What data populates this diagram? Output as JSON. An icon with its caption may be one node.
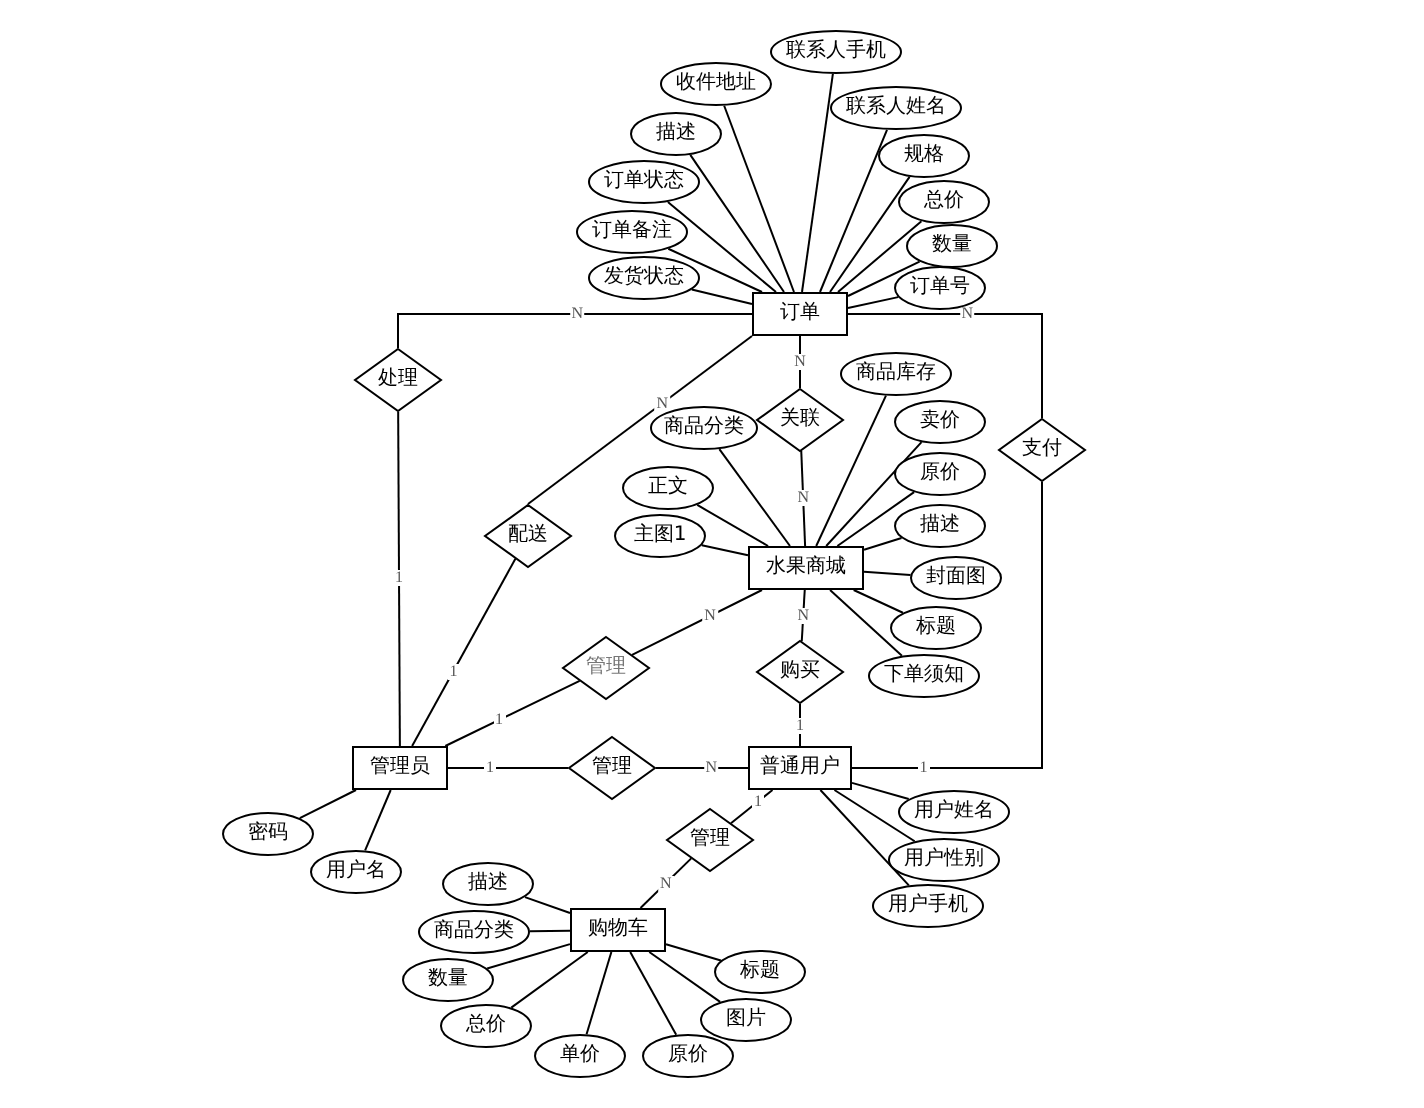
{
  "diagram": {
    "nodes": [
      {
        "text": [
          "订单"
        ]
      },
      {
        "text": [
          "水果商城"
        ]
      },
      {
        "text": [
          "管理员"
        ]
      },
      {
        "text": [
          "普通用户"
        ]
      },
      {
        "text": [
          "购物车"
        ]
      },
      {
        "text": [
          "处理"
        ]
      },
      {
        "text": [
          "关联"
        ]
      },
      {
        "text": [
          "支付"
        ]
      },
      {
        "text": [
          "配送"
        ]
      },
      {
        "text": [
          "管理"
        ]
      },
      {
        "text": [
          "购买"
        ]
      },
      {
        "text": [
          "管理"
        ]
      },
      {
        "text": [
          "管理"
        ]
      },
      {
        "text": [
          "收件地址"
        ]
      },
      {
        "text": [
          "联系人手机"
        ]
      },
      {
        "text": [
          "联系人姓名"
        ]
      },
      {
        "text": [
          "描述"
        ]
      },
      {
        "text": [
          "规格"
        ]
      },
      {
        "text": [
          "订单状态"
        ]
      },
      {
        "text": [
          "总价"
        ]
      },
      {
        "text": [
          "订单备注"
        ]
      },
      {
        "text": [
          "数量"
        ]
      },
      {
        "text": [
          "发货状态"
        ]
      },
      {
        "text": [
          "订单号"
        ]
      },
      {
        "text": [
          "商品库存"
        ]
      },
      {
        "text": [
          "商品分类"
        ]
      },
      {
        "text": [
          "卖价"
        ]
      },
      {
        "text": [
          "正文"
        ]
      },
      {
        "text": [
          "原价"
        ]
      },
      {
        "text": [
          "主图1"
        ]
      },
      {
        "text": [
          "描述"
        ]
      },
      {
        "text": [
          "封面图"
        ]
      },
      {
        "text": [
          "标题"
        ]
      },
      {
        "text": [
          "下单须知"
        ]
      },
      {
        "text": [
          "密码"
        ]
      },
      {
        "text": [
          "用户名"
        ]
      },
      {
        "text": [
          "用户姓名"
        ]
      },
      {
        "text": [
          "用户性别"
        ]
      },
      {
        "text": [
          "用户手机"
        ]
      },
      {
        "text": [
          "描述"
        ]
      },
      {
        "text": [
          "商品分类"
        ]
      },
      {
        "text": [
          "数量"
        ]
      },
      {
        "text": [
          "总价"
        ]
      },
      {
        "text": [
          "单价"
        ]
      },
      {
        "text": [
          "原价"
        ]
      },
      {
        "text": [
          "标题"
        ]
      },
      {
        "text": [
          "图片"
        ]
      }
    ],
    "edges": [
      {
        "from": 0,
        "to": 5,
        "arrow": "none",
        "label": "N"
      },
      {
        "from": 5,
        "to": 2,
        "arrow": "none",
        "label": "1"
      },
      {
        "from": 0,
        "to": 6,
        "arrow": "none",
        "label": "N"
      },
      {
        "from": 6,
        "to": 1,
        "arrow": "none",
        "label": "N"
      },
      {
        "from": 0,
        "to": 7,
        "arrow": "none",
        "label": "N"
      },
      {
        "from": 7,
        "to": 3,
        "arrow": "none",
        "label": "1"
      },
      {
        "from": 0,
        "to": 8,
        "arrow": "none",
        "label": "N"
      },
      {
        "from": 8,
        "to": 2,
        "arrow": "none",
        "label": "1"
      },
      {
        "from": 1,
        "to": 9,
        "arrow": "none",
        "label": "N"
      },
      {
        "from": 9,
        "to": 2,
        "arrow": "none",
        "label": "1"
      },
      {
        "from": 1,
        "to": 10,
        "arrow": "none",
        "label": "N"
      },
      {
        "from": 10,
        "to": 3,
        "arrow": "none",
        "label": "1"
      },
      {
        "from": 2,
        "to": 11,
        "arrow": "none",
        "label": "1"
      },
      {
        "from": 11,
        "to": 3,
        "arrow": "none",
        "label": "N"
      },
      {
        "from": 3,
        "to": 12,
        "arrow": "none",
        "label": "1"
      },
      {
        "from": 12,
        "to": 4,
        "arrow": "none",
        "label": "N"
      },
      {
        "from": 13,
        "to": 0,
        "arrow": "none"
      },
      {
        "from": 14,
        "to": 0,
        "arrow": "none"
      },
      {
        "from": 15,
        "to": 0,
        "arrow": "none"
      },
      {
        "from": 16,
        "to": 0,
        "arrow": "none"
      },
      {
        "from": 17,
        "to": 0,
        "arrow": "none"
      },
      {
        "from": 18,
        "to": 0,
        "arrow": "none"
      },
      {
        "from": 19,
        "to": 0,
        "arrow": "none"
      },
      {
        "from": 20,
        "to": 0,
        "arrow": "none"
      },
      {
        "from": 21,
        "to": 0,
        "arrow": "none"
      },
      {
        "from": 22,
        "to": 0,
        "arrow": "none"
      },
      {
        "from": 23,
        "to": 0,
        "arrow": "none"
      },
      {
        "from": 24,
        "to": 1,
        "arrow": "none"
      },
      {
        "from": 25,
        "to": 1,
        "arrow": "none"
      },
      {
        "from": 26,
        "to": 1,
        "arrow": "none"
      },
      {
        "from": 27,
        "to": 1,
        "arrow": "none"
      },
      {
        "from": 28,
        "to": 1,
        "arrow": "none"
      },
      {
        "from": 29,
        "to": 1,
        "arrow": "none"
      },
      {
        "from": 30,
        "to": 1,
        "arrow": "none"
      },
      {
        "from": 31,
        "to": 1,
        "arrow": "none"
      },
      {
        "from": 32,
        "to": 1,
        "arrow": "none"
      },
      {
        "from": 33,
        "to": 1,
        "arrow": "none"
      },
      {
        "from": 34,
        "to": 2,
        "arrow": "none"
      },
      {
        "from": 35,
        "to": 2,
        "arrow": "none"
      },
      {
        "from": 36,
        "to": 3,
        "arrow": "none"
      },
      {
        "from": 37,
        "to": 3,
        "arrow": "none"
      },
      {
        "from": 38,
        "to": 3,
        "arrow": "none"
      },
      {
        "from": 39,
        "to": 4,
        "arrow": "none"
      },
      {
        "from": 40,
        "to": 4,
        "arrow": "none"
      },
      {
        "from": 41,
        "to": 4,
        "arrow": "none"
      },
      {
        "from": 42,
        "to": 4,
        "arrow": "none"
      },
      {
        "from": 43,
        "to": 4,
        "arrow": "none"
      },
      {
        "from": 44,
        "to": 4,
        "arrow": "none"
      },
      {
        "from": 45,
        "to": 4,
        "arrow": "none"
      },
      {
        "from": 46,
        "to": 4,
        "arrow": "none"
      }
    ]
  }
}
